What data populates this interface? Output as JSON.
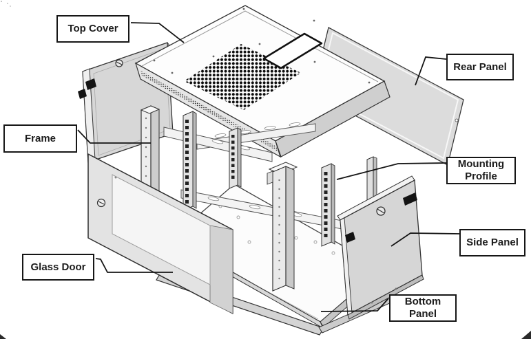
{
  "figure": {
    "type": "exploded-view-diagram",
    "colors": {
      "background": "#ffffff",
      "line": "#2f2f2f",
      "panel_fill": "#d7d7d7",
      "label_border": "#161616",
      "vent_dots": "#0c0c0c"
    },
    "labels": [
      {
        "id": "top-cover",
        "text": "Top Cover"
      },
      {
        "id": "rear-panel",
        "text": "Rear Panel"
      },
      {
        "id": "frame",
        "text": "Frame"
      },
      {
        "id": "mounting-profile",
        "text": "Mounting Profile"
      },
      {
        "id": "side-panel",
        "text": "Side Panel"
      },
      {
        "id": "glass-door",
        "text": "Glass Door"
      },
      {
        "id": "bottom-panel",
        "text": "Bottom Panel"
      }
    ]
  }
}
